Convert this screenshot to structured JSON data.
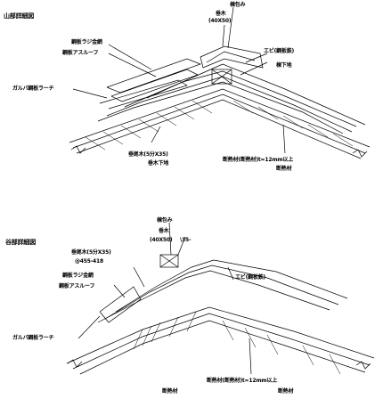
{
  "top": {
    "title": "山部詳細図",
    "ridge_cover": "棟包み",
    "purlin": "垂木",
    "purlin_size": "(40X50)",
    "roofing_metal": "鋼板ラジ金網",
    "underlay": "鋼板アスルーフ",
    "batten": "エビ(鋼板鉄)",
    "ridge_wood": "棟下地",
    "fascia_board": "ガルバ鋼板ラーチ",
    "rafter": "垂尾木(5分X35)",
    "rafter_sub": "垂木下地",
    "insulation": "断熱材(断熱材)t=12mm以上",
    "insulation_sub": "断熱材"
  },
  "bottom": {
    "title": "谷部詳細図",
    "ridge_cover": "棟包み",
    "purlin": "垂木",
    "purlin_size": "(40X50)",
    "pitch": "\\35-",
    "rafter": "垂尾木(5分X35)",
    "rafter_pitch": "@455-418",
    "roofing_metal": "鋼板ラジ金網",
    "underlay": "鋼板アスルーフ",
    "batten": "エビ(鋼板鉄)",
    "fascia_board": "ガルバ鋼板ラーチ",
    "insulation": "断熱材(断熱材)t=12mm以上",
    "left_sub": "断熱材",
    "right_sub": "断熱材"
  }
}
